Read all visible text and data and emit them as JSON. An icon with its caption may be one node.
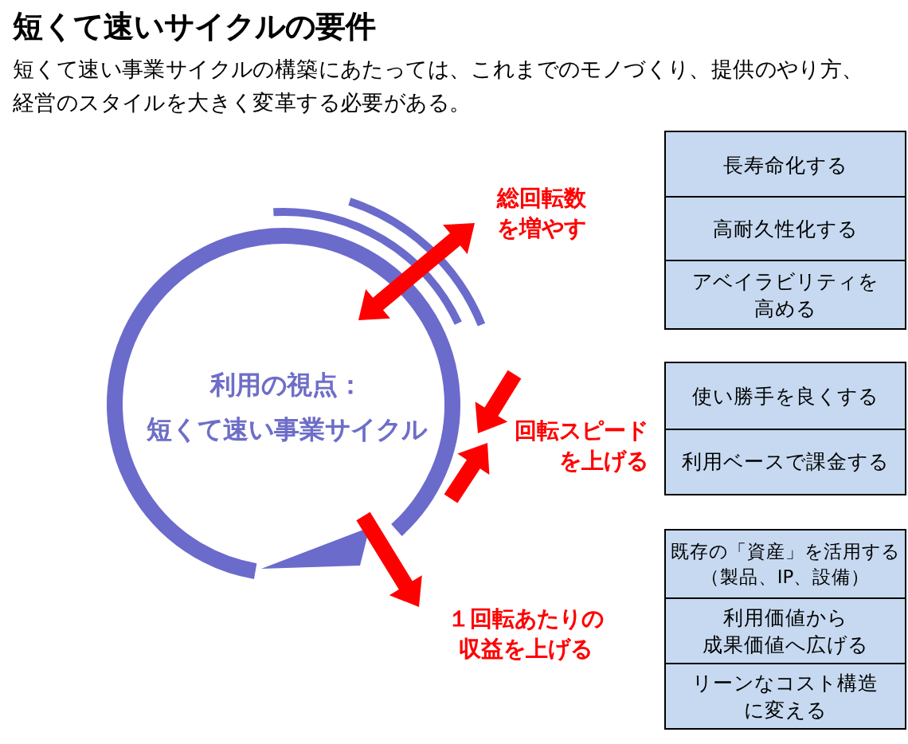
{
  "diagram": {
    "title": "短くて速いサイクルの要件",
    "nodes": [
      {
        "text": [
          "利用の視点：短くて速い事業サイクル"
        ]
      },
      {
        "text": [],
        "shape": "box"
      },
      {
        "text": [
          "長寿命化する"
        ],
        "in": 1
      },
      {
        "text": [
          "高耐久性化する"
        ],
        "in": 1
      },
      {
        "text": [
          "アベイラビリティを高める"
        ],
        "in": 1
      },
      {
        "text": [],
        "shape": "box"
      },
      {
        "text": [
          "使い勝手を良くする"
        ],
        "in": 5
      },
      {
        "text": [
          "利用ベースで課金する"
        ],
        "in": 5
      },
      {
        "text": [],
        "shape": "box"
      },
      {
        "text": [
          "既存の「資産」を活用する（製品、IP、設備）"
        ],
        "in": 8
      },
      {
        "text": [
          "利用価値から成果価値へ広げる"
        ],
        "in": 8
      },
      {
        "text": [
          "リーンなコスト構造に変える"
        ],
        "in": 8
      }
    ],
    "labels": [
      "短くて速い事業サイクルの構築にあたっては、これまでのモノづくり、提供のやり方、経営のスタイルを大きく変革する必要がある。",
      "総回転数を増やす",
      "回転スピードを上げる",
      "１回転あたりの収益を上げる"
    ]
  }
}
